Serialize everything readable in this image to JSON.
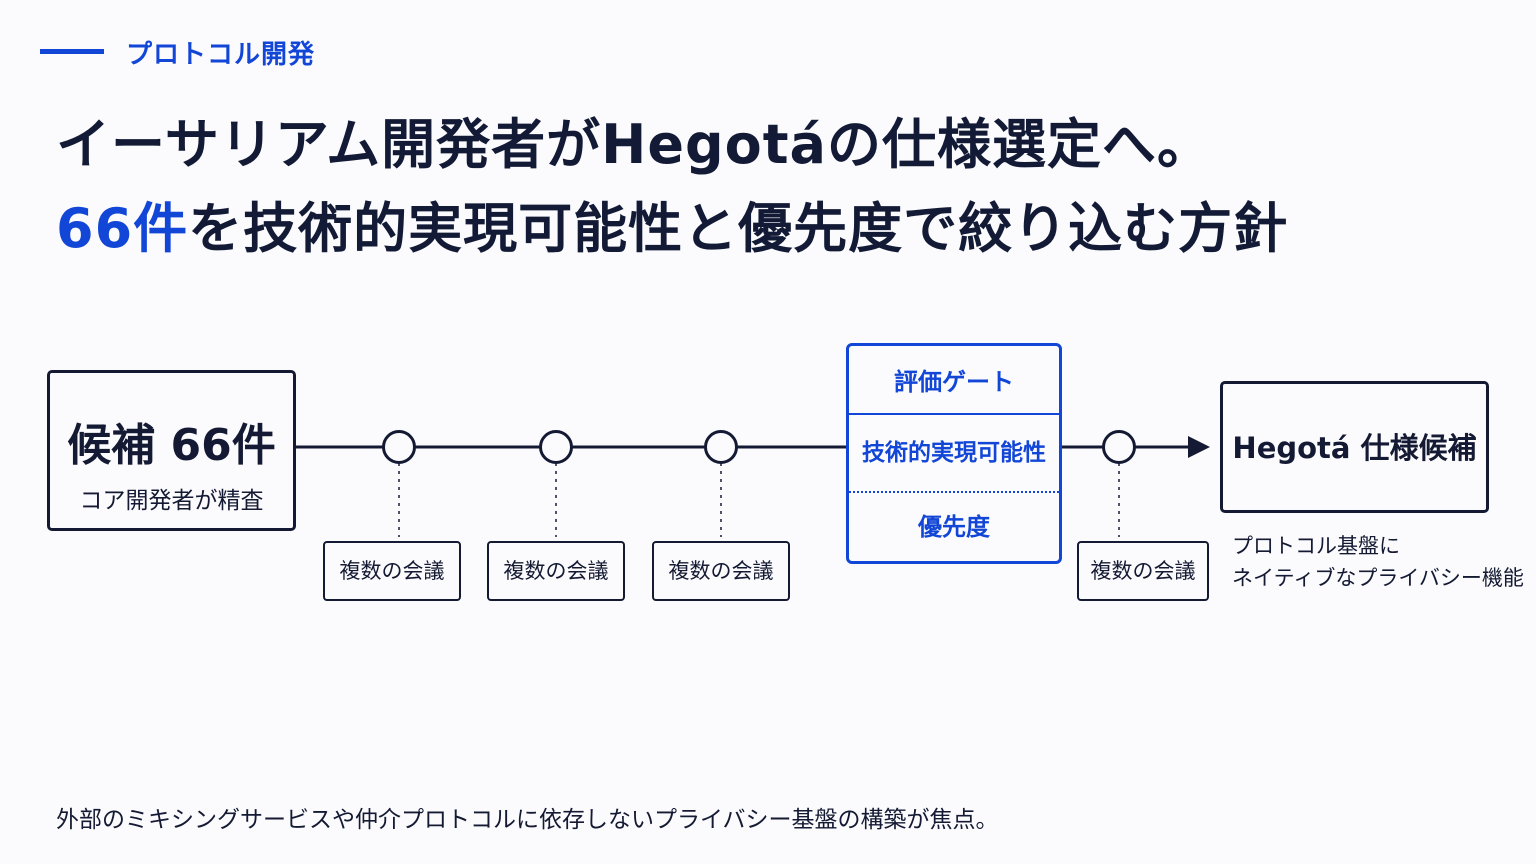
{
  "header": {
    "kicker": "プロトコル開発",
    "headline_line1": "イーサリアム開発者がHegotáの仕様選定へ。",
    "headline_line2_accent": "66件",
    "headline_line2_rest": "を技術的実現可能性と優先度で絞り込む方針"
  },
  "diagram": {
    "candidates_box": {
      "title": "候補 66件",
      "subtitle": "コア開発者が精査"
    },
    "meeting_label": "複数の会議",
    "meetings": [
      "複数の会議",
      "複数の会議",
      "複数の会議",
      "複数の会議"
    ],
    "gate": {
      "title": "評価ゲート",
      "criterion_1": "技術的実現可能性",
      "criterion_2": "優先度"
    },
    "result_box": {
      "title": "Hegotá 仕様候補",
      "note_line1": "プロトコル基盤に",
      "note_line2": "ネイティブなプライバシー機能"
    }
  },
  "footer": {
    "text": "外部のミキシングサービスや仲介プロトコルに依存しないプライバシー基盤の構築が焦点。"
  },
  "colors": {
    "accent": "#1246d6",
    "ink": "#141a33",
    "background": "#fbfbfd"
  }
}
